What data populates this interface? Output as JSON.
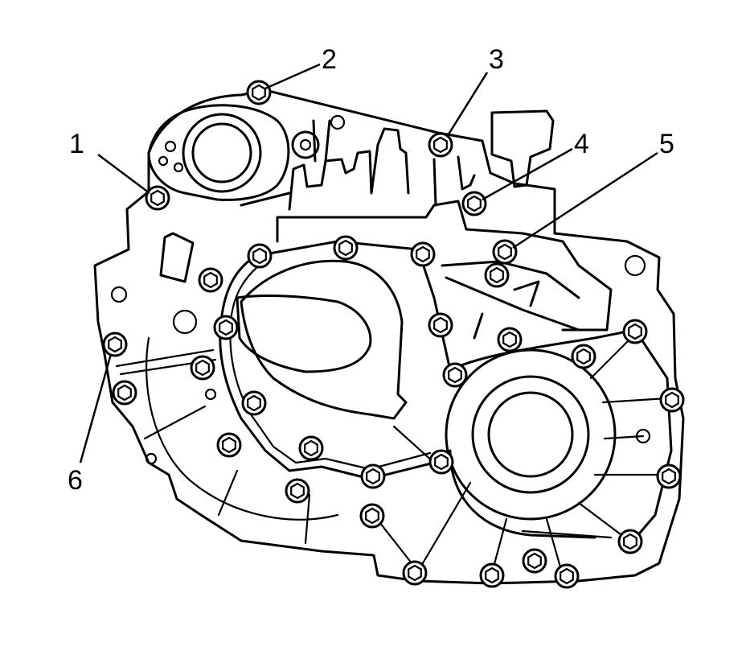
{
  "callouts": [
    {
      "label": "1"
    },
    {
      "label": "2"
    },
    {
      "label": "3"
    },
    {
      "label": "4"
    },
    {
      "label": "5"
    },
    {
      "label": "6"
    }
  ],
  "colors": {
    "ink": "#000000",
    "paper": "#ffffff"
  }
}
